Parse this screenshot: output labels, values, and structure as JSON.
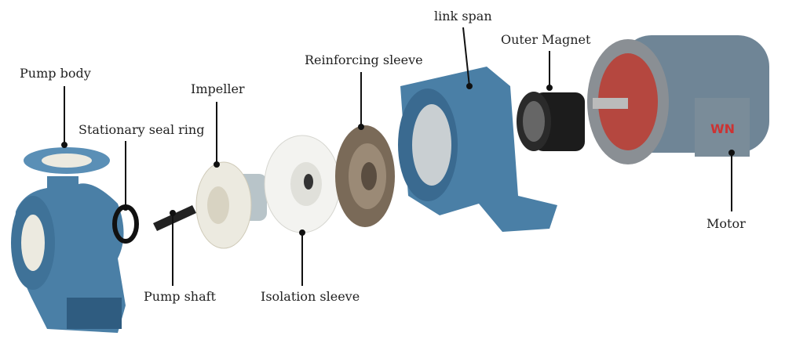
{
  "labels": {
    "pump_body": "Pump body",
    "stationary_seal_ring": "Stationary seal ring",
    "impeller": "Impeller",
    "reinforcing_sleeve": "Reinforcing sleeve",
    "link_span": "link span",
    "outer_magnet": "Outer Magnet",
    "motor": "Motor",
    "pump_shaft": "Pump shaft",
    "isolation_sleeve": "Isolation sleeve"
  },
  "motor_badge": "WN",
  "colors": {
    "cast_blue": "#4a7fa6",
    "cast_blue_dark": "#2f5c80",
    "ptfe_white": "#eceae0",
    "sleeve_brown": "#7a6a58",
    "magnet_black": "#1c1c1c",
    "motor_face_red": "#b5473f",
    "motor_body": "#6f8596"
  }
}
